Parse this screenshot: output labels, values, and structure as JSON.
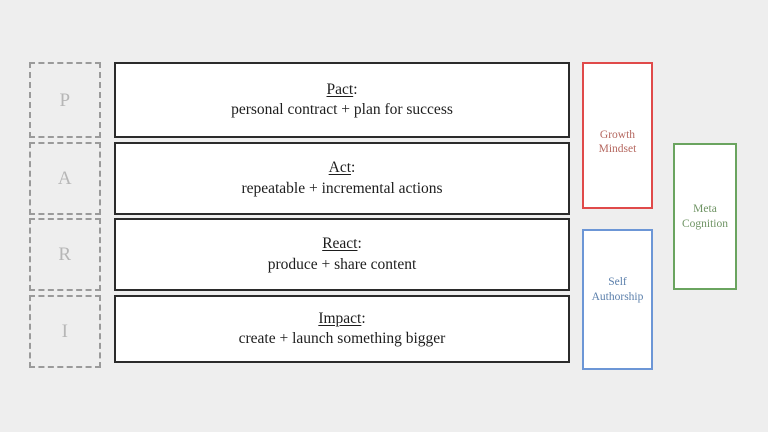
{
  "background_color": "#eeeeee",
  "acronym": {
    "letters": [
      {
        "letter": "P"
      },
      {
        "letter": "A"
      },
      {
        "letter": "R"
      },
      {
        "letter": "I"
      }
    ],
    "letter_color": "#b6b6b6",
    "border_color": "#9a9a9a"
  },
  "stages": [
    {
      "title": "Pact",
      "title_suffix": ":",
      "description": "personal contract + plan for success"
    },
    {
      "title": "Act",
      "title_suffix": ":",
      "description": "repeatable + incremental actions"
    },
    {
      "title": "React",
      "title_suffix": ":",
      "description": "produce + share content"
    },
    {
      "title": "Impact",
      "title_suffix": ":",
      "description": "create + launch something bigger"
    }
  ],
  "capabilities": [
    {
      "line1": "Growth",
      "line2": "Mindset",
      "border_color": "#e04a4a",
      "text_color": "#b5675f"
    },
    {
      "line1": "Self",
      "line2": "Authorship",
      "border_color": "#6c96d6",
      "text_color": "#5b7fab"
    },
    {
      "line1": "Meta",
      "line2": "Cognition",
      "border_color": "#6aa45f",
      "text_color": "#6f9464"
    }
  ]
}
